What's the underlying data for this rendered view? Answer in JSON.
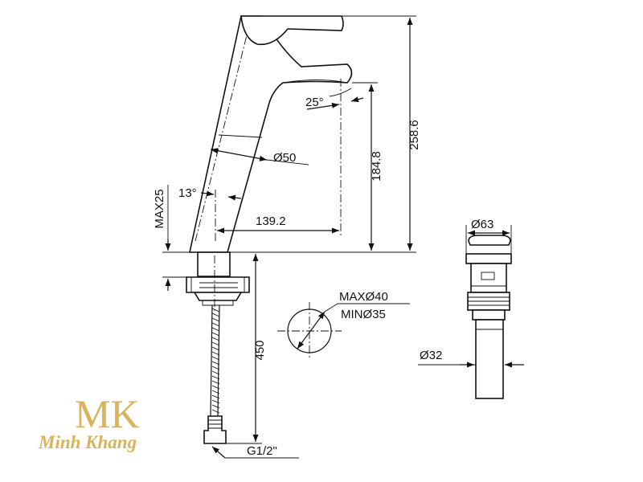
{
  "dimensions": {
    "height_total": "258.6",
    "height_outlet": "184.8",
    "reach": "139.2",
    "body_diameter": "Ø50",
    "max_deck": "MAX25",
    "tilt_angle": "13°",
    "spout_angle": "25°",
    "hose_length": "450",
    "thread": "G1/2\"",
    "hole_max": "MAXØ40",
    "hole_min": "MINØ35",
    "drain_top": "Ø63",
    "drain_pipe": "Ø32"
  },
  "logo": {
    "monogram": "MK",
    "name": "Minh Khang",
    "color": "#d8b35a"
  }
}
